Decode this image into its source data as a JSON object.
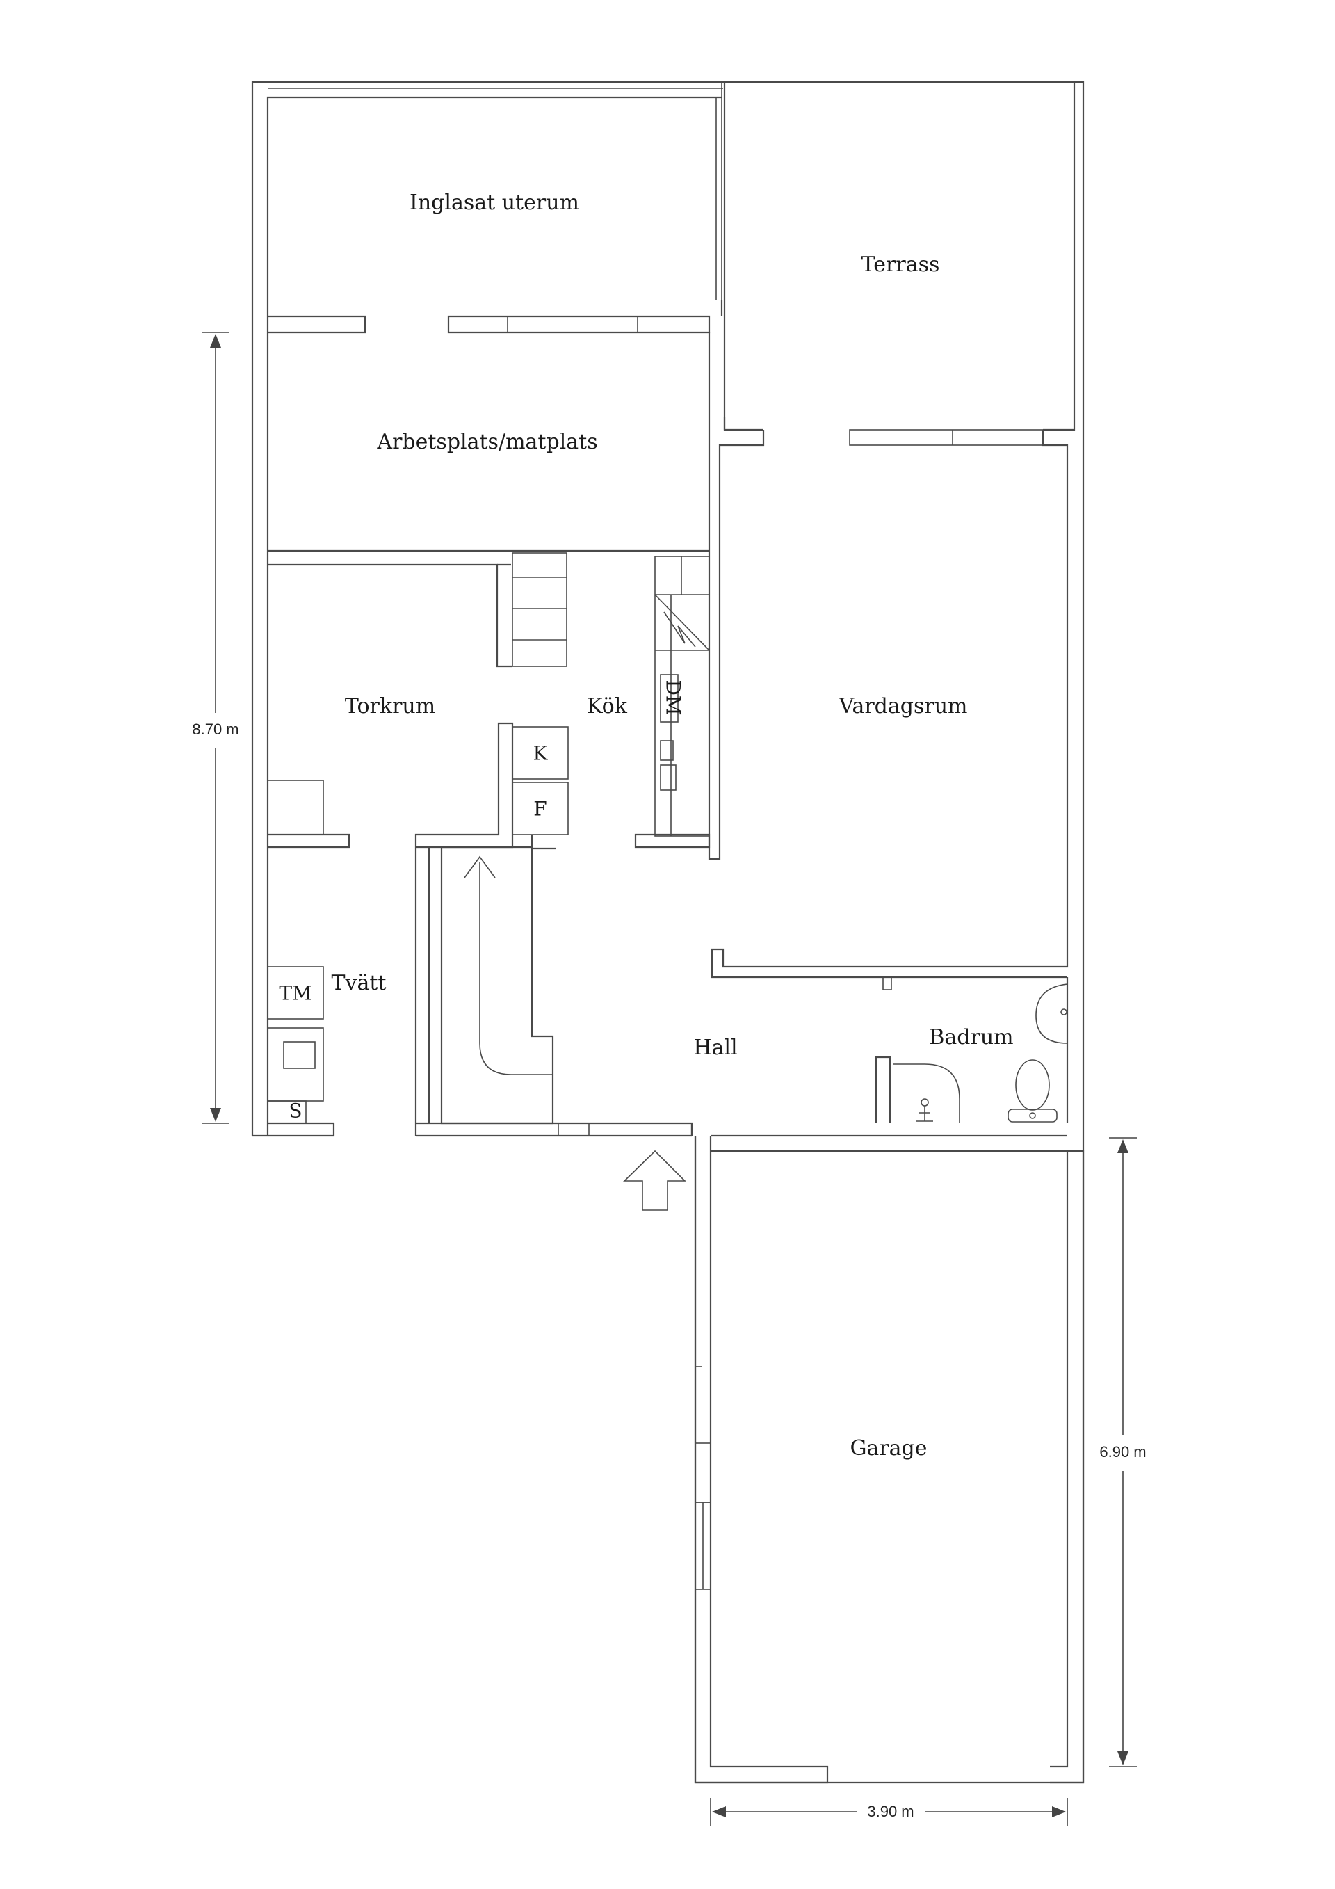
{
  "rooms": {
    "inglasat_uterum": "Inglasat uterum",
    "terrass": "Terrass",
    "arbetsplats": "Arbetsplats/matplats",
    "torkrum": "Torkrum",
    "kok": "Kök",
    "vardagsrum": "Vardagsrum",
    "tvatt": "Tvätt",
    "hall": "Hall",
    "badrum": "Badrum",
    "garage": "Garage"
  },
  "fixtures": {
    "dishwasher": "DM",
    "fridge": "K",
    "freezer": "F",
    "dryer": "TM",
    "sink": "S"
  },
  "dimensions": {
    "house_depth": "8.70 m",
    "garage_depth": "6.90 m",
    "garage_width": "3.90 m"
  }
}
